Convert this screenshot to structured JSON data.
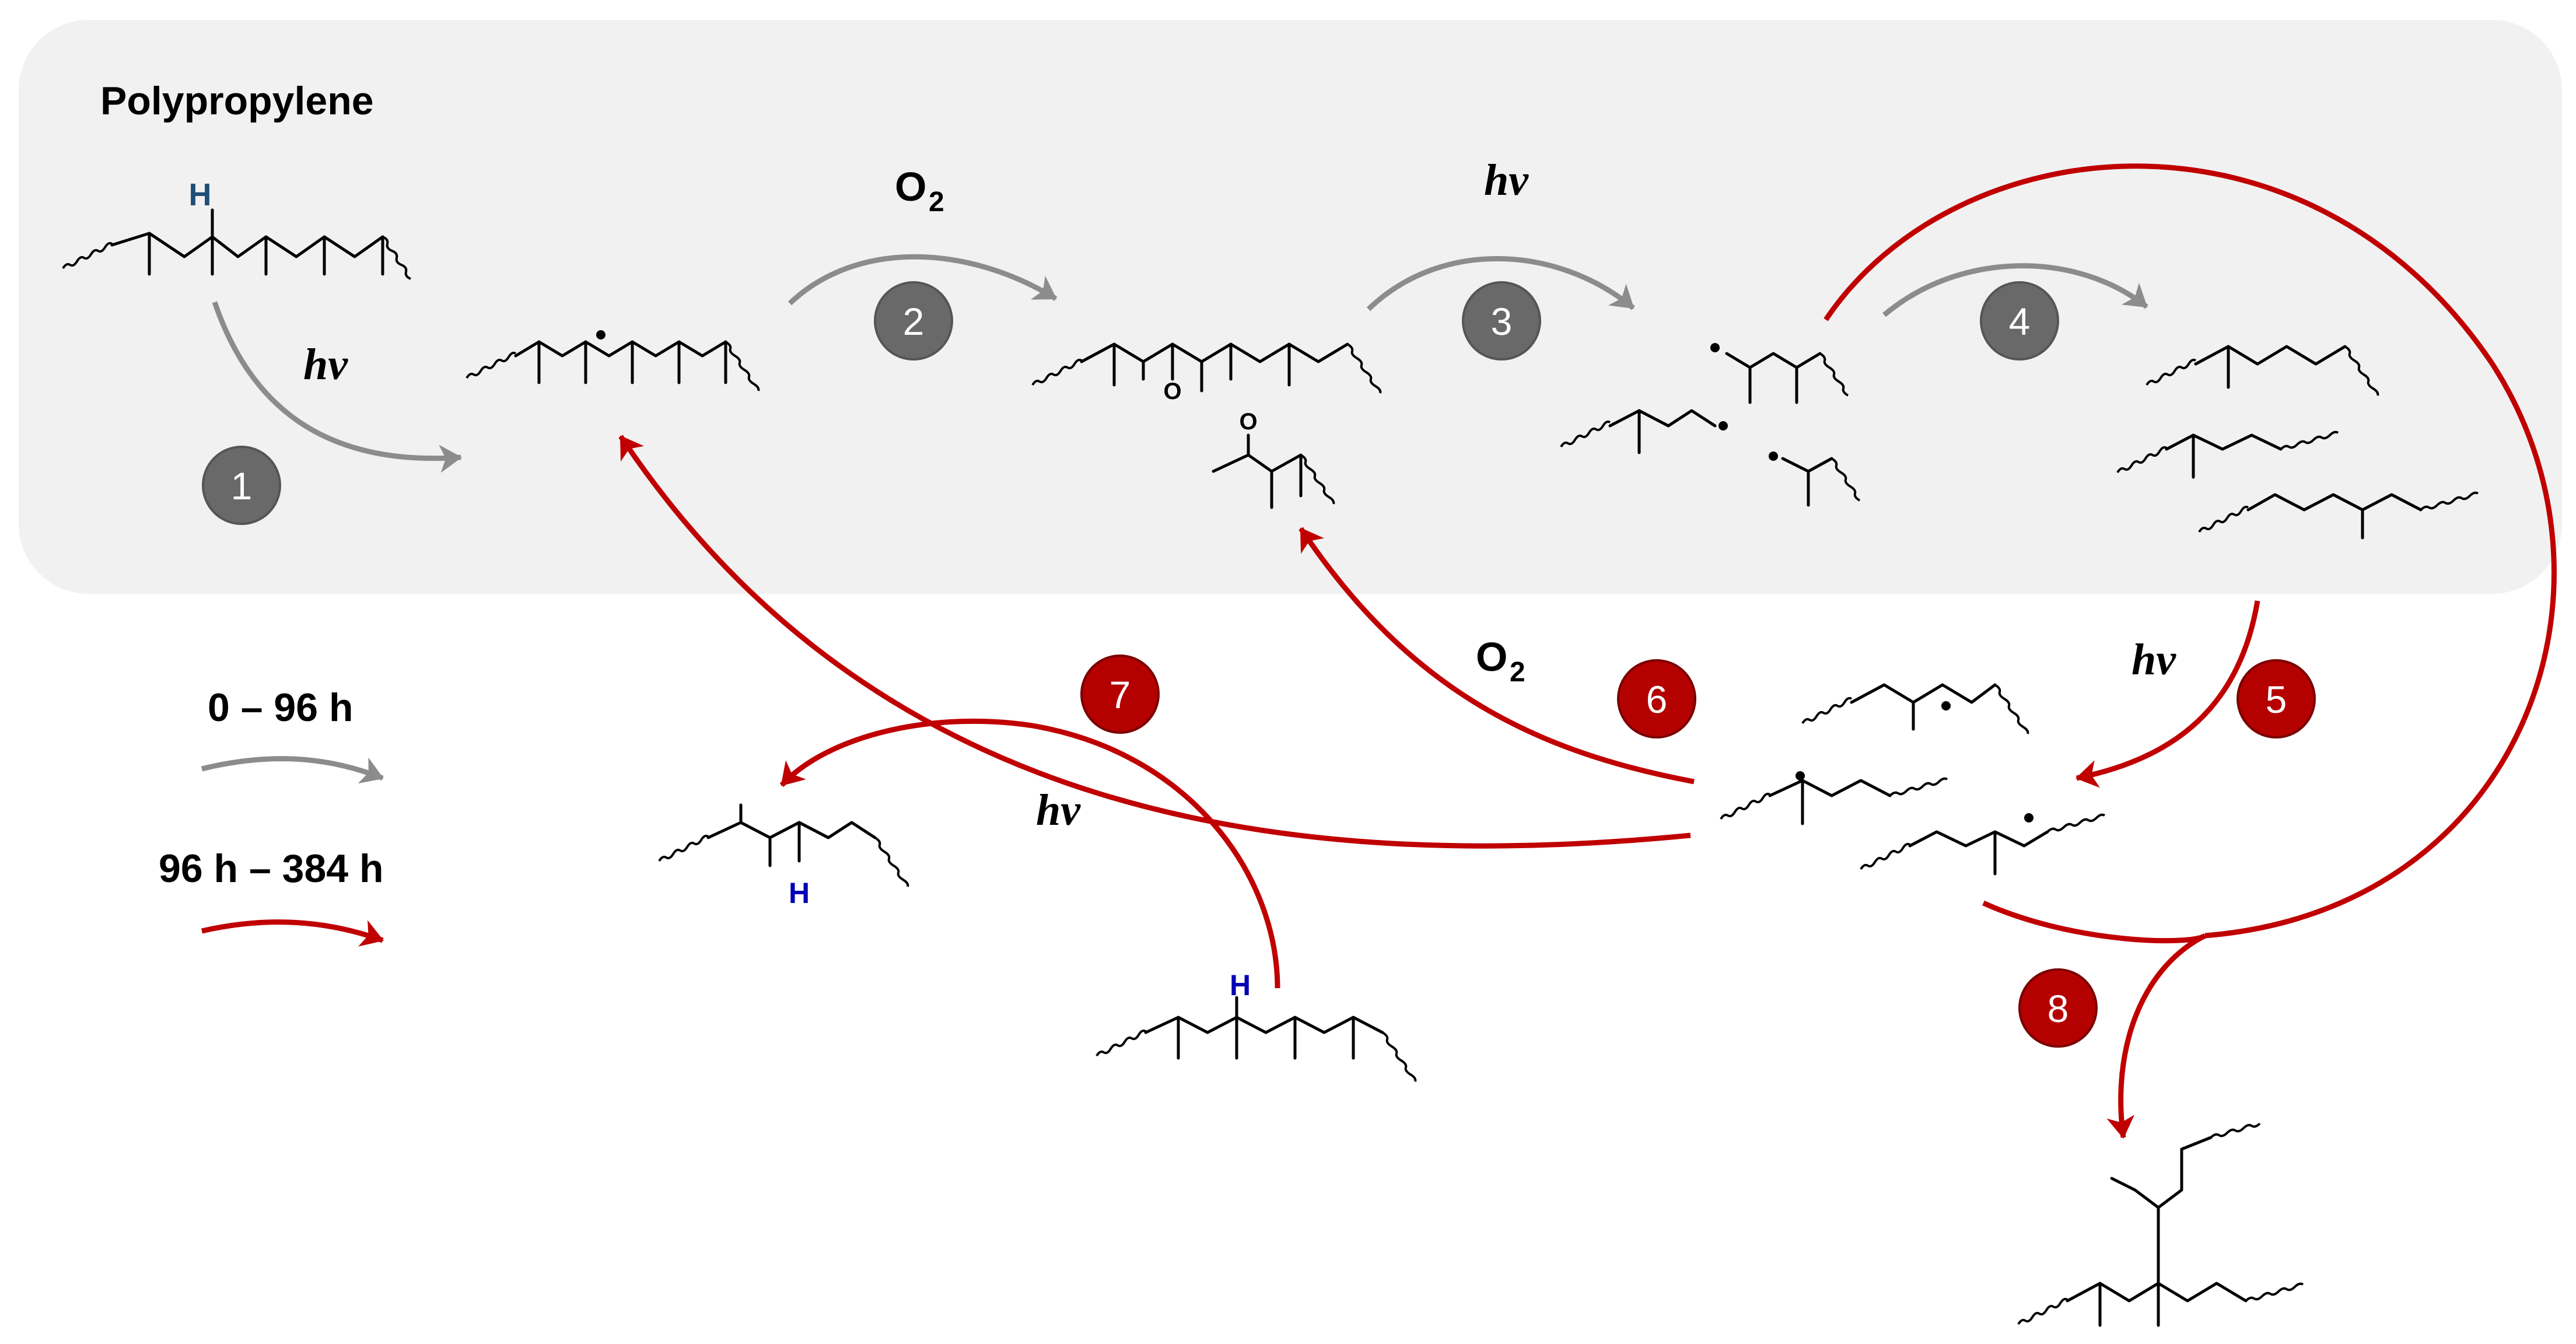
{
  "title": "Polypropylene",
  "reagents": {
    "o2": "O",
    "o2_sub": "2",
    "hv": "hν"
  },
  "atoms": {
    "h": "H",
    "o": "O"
  },
  "steps": [
    "1",
    "2",
    "3",
    "4",
    "5",
    "6",
    "7",
    "8"
  ],
  "legend": {
    "gray_label": "0 – 96 h",
    "red_label": "96 h – 384 h"
  },
  "colors": {
    "panel": "#f1f1f1",
    "gray_arrow": "#8c8c8c",
    "gray_circle": "#696969",
    "red_arrow": "#c00000",
    "red_circle": "#b50000",
    "h_blue_steel": "#1f4e79",
    "h_blue": "#0000b4"
  }
}
